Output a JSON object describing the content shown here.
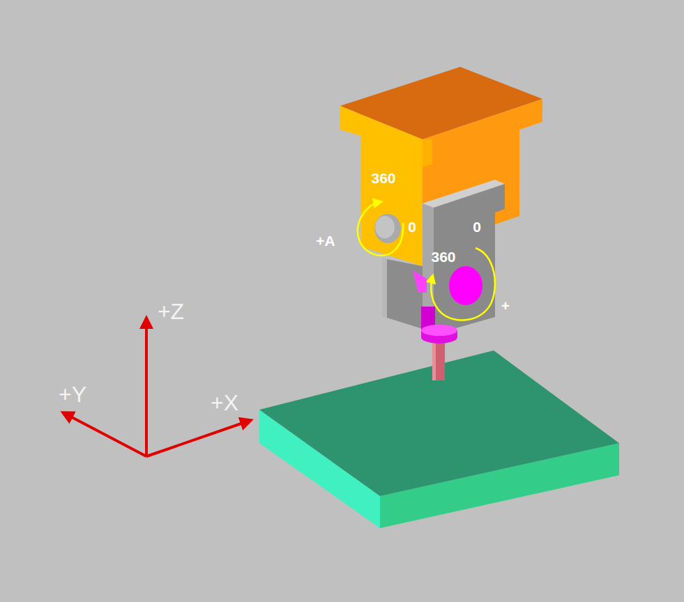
{
  "diagram": {
    "labels": [
      "360",
      "0",
      "+A",
      "0",
      "360",
      "+",
      "+Z",
      "+Y",
      "+X"
    ]
  }
}
